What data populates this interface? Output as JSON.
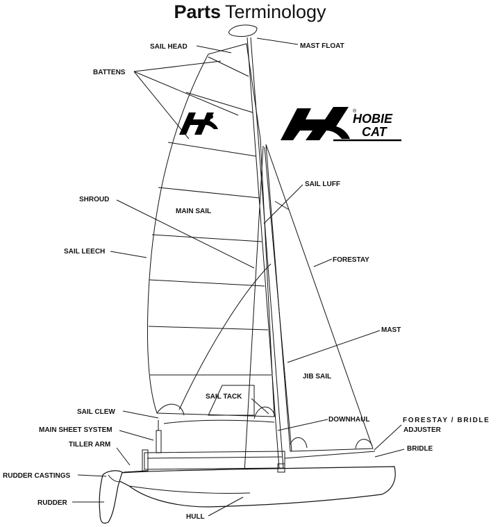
{
  "title": {
    "bold": "Parts",
    "regular": "Terminology"
  },
  "logo": {
    "line1": "HOBIE",
    "line2": "CAT",
    "mark": "®"
  },
  "labels": {
    "sail_head": "SAIL HEAD",
    "mast_float": "MAST FLOAT",
    "battens": "BATTENS",
    "sail_luff": "SAIL LUFF",
    "shroud": "SHROUD",
    "main_sail": "MAIN SAIL",
    "sail_leech": "SAIL LEECH",
    "forestay": "FORESTAY",
    "mast": "MAST",
    "jib_sail": "JIB SAIL",
    "sail_tack": "SAIL TACK",
    "sail_clew": "SAIL CLEW",
    "downhaul": "DOWNHAUL",
    "forestay_bridle_adjuster_line1": "FORESTAY / BRIDLE",
    "forestay_bridle_adjuster_line2": "ADJUSTER",
    "main_sheet_system": "MAIN SHEET SYSTEM",
    "tiller_arm": "TILLER ARM",
    "bridle": "BRIDLE",
    "rudder_castings": "RUDDER CASTINGS",
    "rudder": "RUDDER",
    "hull": "HULL"
  },
  "icons": [
    "hobie-sail-logo-icon",
    "hobie-cat-logo-icon"
  ]
}
